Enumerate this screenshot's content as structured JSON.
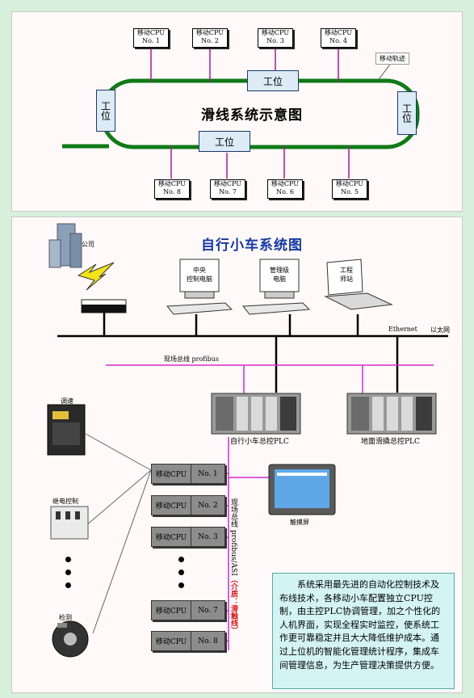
{
  "top": {
    "title": "滑线系统示意图",
    "rail_label": "移动轨迹",
    "station_label": "工位",
    "cpus_top": [
      {
        "title": "移动CPU",
        "no": "No. 1"
      },
      {
        "title": "移动CPU",
        "no": "No. 2"
      },
      {
        "title": "移动CPU",
        "no": "No. 3"
      },
      {
        "title": "移动CPU",
        "no": "No. 4"
      }
    ],
    "cpus_bottom": [
      {
        "title": "移动CPU",
        "no": "No. 8"
      },
      {
        "title": "移动CPU",
        "no": "No. 7"
      },
      {
        "title": "移动CPU",
        "no": "No. 6"
      },
      {
        "title": "移动CPU",
        "no": "No. 5"
      }
    ]
  },
  "bottom": {
    "title": "自行小车系统图",
    "company": "公司",
    "pc_central": "中央\n控制电脑",
    "pc_manage": "管理级\n电脑",
    "pc_engineer": "工程\n师站",
    "ethernet": "Ethernet",
    "ethernet_cn": "以太网",
    "fieldbus": "现场总线 profibus",
    "plc_left": "自行小车总控PLC",
    "plc_right": "地面滑撬总控PLC",
    "touch": "触摸屏",
    "speed": "调速",
    "relay": "继电控制",
    "detect": "检测",
    "bus_vertical": "现场总线 profibus/ASI",
    "bus_vertical_red": "（介质：滑触线）",
    "cpus": [
      {
        "title": "移动CPU",
        "no": "No. 1"
      },
      {
        "title": "移动CPU",
        "no": "No. 2"
      },
      {
        "title": "移动CPU",
        "no": "No. 3"
      },
      {
        "title": "移动CPU",
        "no": "No. 7"
      },
      {
        "title": "移动CPU",
        "no": "No. 8"
      }
    ],
    "description": "系统采用最先进的自动化控制技术及布线技术，各移动小车配置独立CPU控制，由主控PLC协调管理，加之个性化的人机界面，实现全程实时监控，使系统工作更可靠稳定并且大大降低维护成本。通过上位机的智能化管理统计程序，集成车间管理信息，为生产管理决策提供方便。"
  }
}
